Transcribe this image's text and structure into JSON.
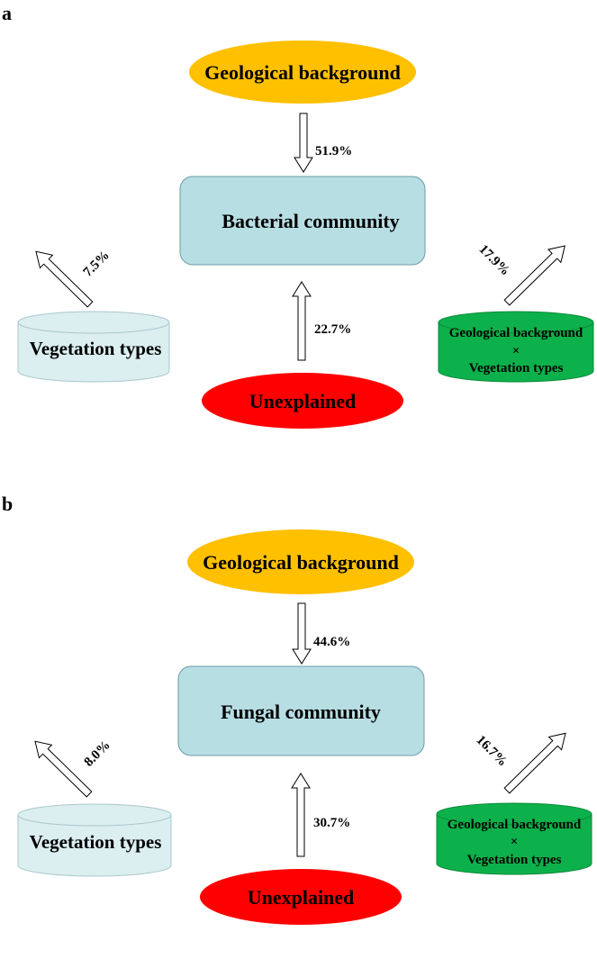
{
  "colors": {
    "geo": "#FFC000",
    "center": "#B7DEE3",
    "center_stroke": "#6F9CA6",
    "vegetation": "#DBEEF0",
    "vegetation_stroke": "#A9C7CC",
    "interaction": "#0DB14B",
    "interaction_stroke": "#0A8A39",
    "unexplained": "#FF0000",
    "arrow_stroke": "#000000"
  },
  "panels": [
    {
      "label": "a",
      "geo": "Geological background",
      "center": "Bacterial community",
      "vegetation": "Vegetation types",
      "interaction_line1": "Geological background",
      "interaction_sym": "×",
      "interaction_line2": "Vegetation types",
      "unexplained": "Unexplained",
      "pct_geo": "51.9%",
      "pct_veg": "7.5%",
      "pct_int": "17.9%",
      "pct_unexp": "22.7%"
    },
    {
      "label": "b",
      "geo": "Geological background",
      "center": "Fungal community",
      "vegetation": "Vegetation types",
      "interaction_line1": "Geological background",
      "interaction_sym": "×",
      "interaction_line2": "Vegetation types",
      "unexplained": "Unexplained",
      "pct_geo": "44.6%",
      "pct_veg": "8.0%",
      "pct_int": "16.7%",
      "pct_unexp": "30.7%"
    }
  ]
}
